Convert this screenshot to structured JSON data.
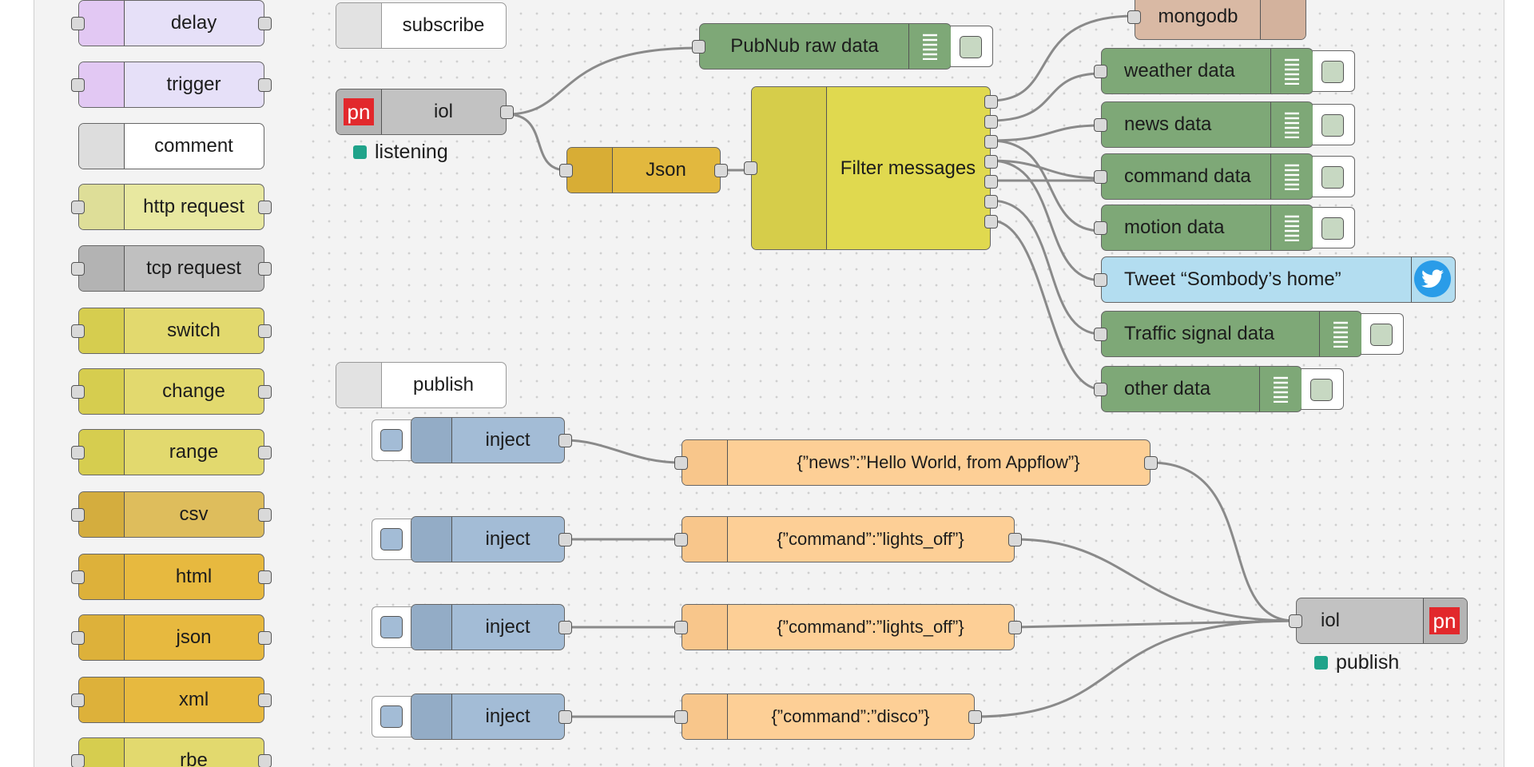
{
  "palette": {
    "nodes": [
      {
        "label": "delay",
        "color": "#e6e0f8",
        "icon_color": "#e2c8f3",
        "in": true,
        "out": true
      },
      {
        "label": "trigger",
        "color": "#e6e0f8",
        "icon_color": "#e2c8f3",
        "in": true,
        "out": true
      },
      {
        "label": "comment",
        "color": "#ffffff",
        "icon_color": "#dddddd",
        "in": false,
        "out": false
      },
      {
        "label": "http request",
        "color": "#e8e8a0",
        "icon_color": "#dede98",
        "in": true,
        "out": true
      },
      {
        "label": "tcp request",
        "color": "#c0c0c0",
        "icon_color": "#b3b3b3",
        "in": true,
        "out": true
      },
      {
        "label": "switch",
        "color": "#e2d96e",
        "icon_color": "#d6cd4f",
        "in": true,
        "out": true
      },
      {
        "label": "change",
        "color": "#e2d96e",
        "icon_color": "#d6cd4f",
        "in": true,
        "out": true
      },
      {
        "label": "range",
        "color": "#e2d96e",
        "icon_color": "#d6cd4f",
        "in": true,
        "out": true
      },
      {
        "label": "csv",
        "color": "#debd5c",
        "icon_color": "#d4ad3e",
        "in": true,
        "out": true
      },
      {
        "label": "html",
        "color": "#e7b93f",
        "icon_color": "#ddb13a",
        "in": true,
        "out": true
      },
      {
        "label": "json",
        "color": "#e7b93f",
        "icon_color": "#ddb13a",
        "in": true,
        "out": true
      },
      {
        "label": "xml",
        "color": "#e7b93f",
        "icon_color": "#ddb13a",
        "in": true,
        "out": true
      },
      {
        "label": "rbe",
        "color": "#e2d96e",
        "icon_color": "#d6cd4f",
        "in": true,
        "out": true
      }
    ]
  },
  "flow": {
    "comments": {
      "subscribe": "subscribe",
      "publish": "publish"
    },
    "iol_in": {
      "label": "iol",
      "logo": "pn",
      "status": "listening",
      "status_color": "#1fa38a"
    },
    "iol_out": {
      "label": "iol",
      "logo": "pn",
      "status": "publish",
      "status_color": "#1fa38a"
    },
    "json_node": {
      "label": "Json"
    },
    "filter_node": {
      "label": "Filter messages"
    },
    "pubnub_debug": {
      "label": "PubNub raw data"
    },
    "mongodb": {
      "label": "mongodb"
    },
    "debug_nodes": [
      {
        "label": "weather data"
      },
      {
        "label": "news data"
      },
      {
        "label": "command data"
      },
      {
        "label": "motion data"
      }
    ],
    "tweet": {
      "label": "Tweet “Sombody’s home”",
      "icon": "twitter-bird-icon"
    },
    "traffic": {
      "label": "Traffic signal data"
    },
    "other": {
      "label": "other data"
    },
    "inject_nodes": [
      {
        "label": "inject"
      },
      {
        "label": "inject"
      },
      {
        "label": "inject"
      },
      {
        "label": "inject"
      }
    ],
    "payload_nodes": [
      {
        "label": "{”news”:”Hello World, from Appflow”}"
      },
      {
        "label": "{”command”:”lights_off”}"
      },
      {
        "label": "{”command”:”lights_off”}"
      },
      {
        "label": "{”command”:”disco”}"
      }
    ]
  },
  "colors": {
    "debug_green": "#7ea877",
    "function_yellow": "#e0d94f",
    "json_gold": "#e2b83e",
    "inject_blue": "#a3bcd6",
    "template_orange": "#fdcf96",
    "iol_gray": "#c2c2c2",
    "mongodb_tan": "#d9b9a4",
    "tweet_blue": "#b3ddf0",
    "wire": "#8a8a8a"
  }
}
